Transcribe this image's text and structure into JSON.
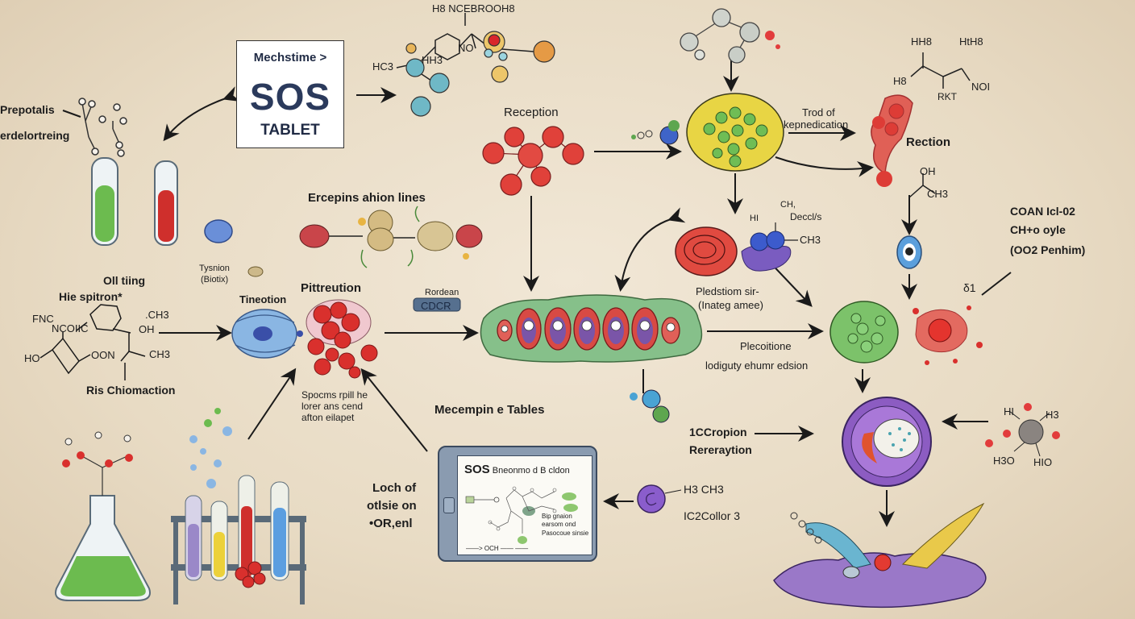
{
  "title_card": {
    "subtitle": "Mechstime >",
    "main": "SOS",
    "caption": "TABLET"
  },
  "labels": {
    "top_left_1": "Prepotalis",
    "top_left_2": "erdelortreing",
    "oil_1": "Oll tiing",
    "oil_2": "Hie spitron*",
    "chem_fnc": "FNC",
    "chem_ncoic": "NCOIIC",
    "chem_ho": "HO",
    "chem_oon": "OON",
    "chem_ch3_a": ".CH3",
    "chem_oh": "OH",
    "chem_ch3_b": "CH3",
    "ris": "Ris Chiomaction",
    "top_formula": "H8 NCEBROOH8",
    "hc3": "HC3",
    "hh3": "HH3",
    "no": "NO",
    "reception": "Reception",
    "ercepins": "Ercepins ahion lines",
    "tynion_1": "Tysnion",
    "tynion_2": "(Biotix)",
    "tineotion": "Tineotion",
    "pittreution": "Pittreution",
    "rordean": "Rordean",
    "cdcr": "CDCR",
    "spocms_1": "Spocms rpill he",
    "spocms_2": "lorer ans cend",
    "spocms_3": "afton eilapet",
    "mecempin": "Mecempin e Tables",
    "loch_1": "Loch of",
    "loch_2": "otlsie on",
    "loch_3": "•OR,enl",
    "trod_1": "Trod of",
    "trod_2": "kepnedication",
    "rection": "Rection",
    "hh8": "HH8",
    "hth8": "HtH8",
    "hb": "H8",
    "noi": "NOI",
    "rkt": "RKT",
    "oh_right": "OH",
    "ch3_right": "CH3",
    "con_1": "COAN Icl-02",
    "con_2": "CH+o oyle",
    "con_3": "(OO2 Penhim)",
    "ch_deccl_1": "CH,",
    "ch_deccl_2": "Deccl/s",
    "hi_small": "HI",
    "ch3_mid": "CH3",
    "pledstom_1": "Pledstiom sir-",
    "pledstom_2": "(Inateg amee)",
    "plecoitione": "Plecoitione",
    "lodiguty": "lodiguty ehumr edsion",
    "s1": "δ1",
    "iccropion": "1CCropion",
    "rereraption": "Rereraytion",
    "h3ch3": "H3 CH3",
    "ic2": "IC2Collor 3",
    "hi_r": "HI",
    "h3_r": "H3",
    "h3o_r": "H3O",
    "hio_r": "HIO"
  },
  "tablet": {
    "title_bold": "SOS",
    "title_rest": "Bneonmo d B cldon",
    "note_1": "Bip gnaion",
    "note_2": "earsom ond",
    "note_3": "Pasocoue sinsie",
    "flow": "——> OCH —— ——"
  },
  "colors": {
    "background": "#e9dcc6",
    "ink": "#1d1d1d",
    "red": "#d8413c",
    "green": "#7cbf6a",
    "blue": "#4a6fc9",
    "purple": "#7a56b8",
    "yellow": "#e9d24a",
    "navy": "#2b3a5c"
  }
}
